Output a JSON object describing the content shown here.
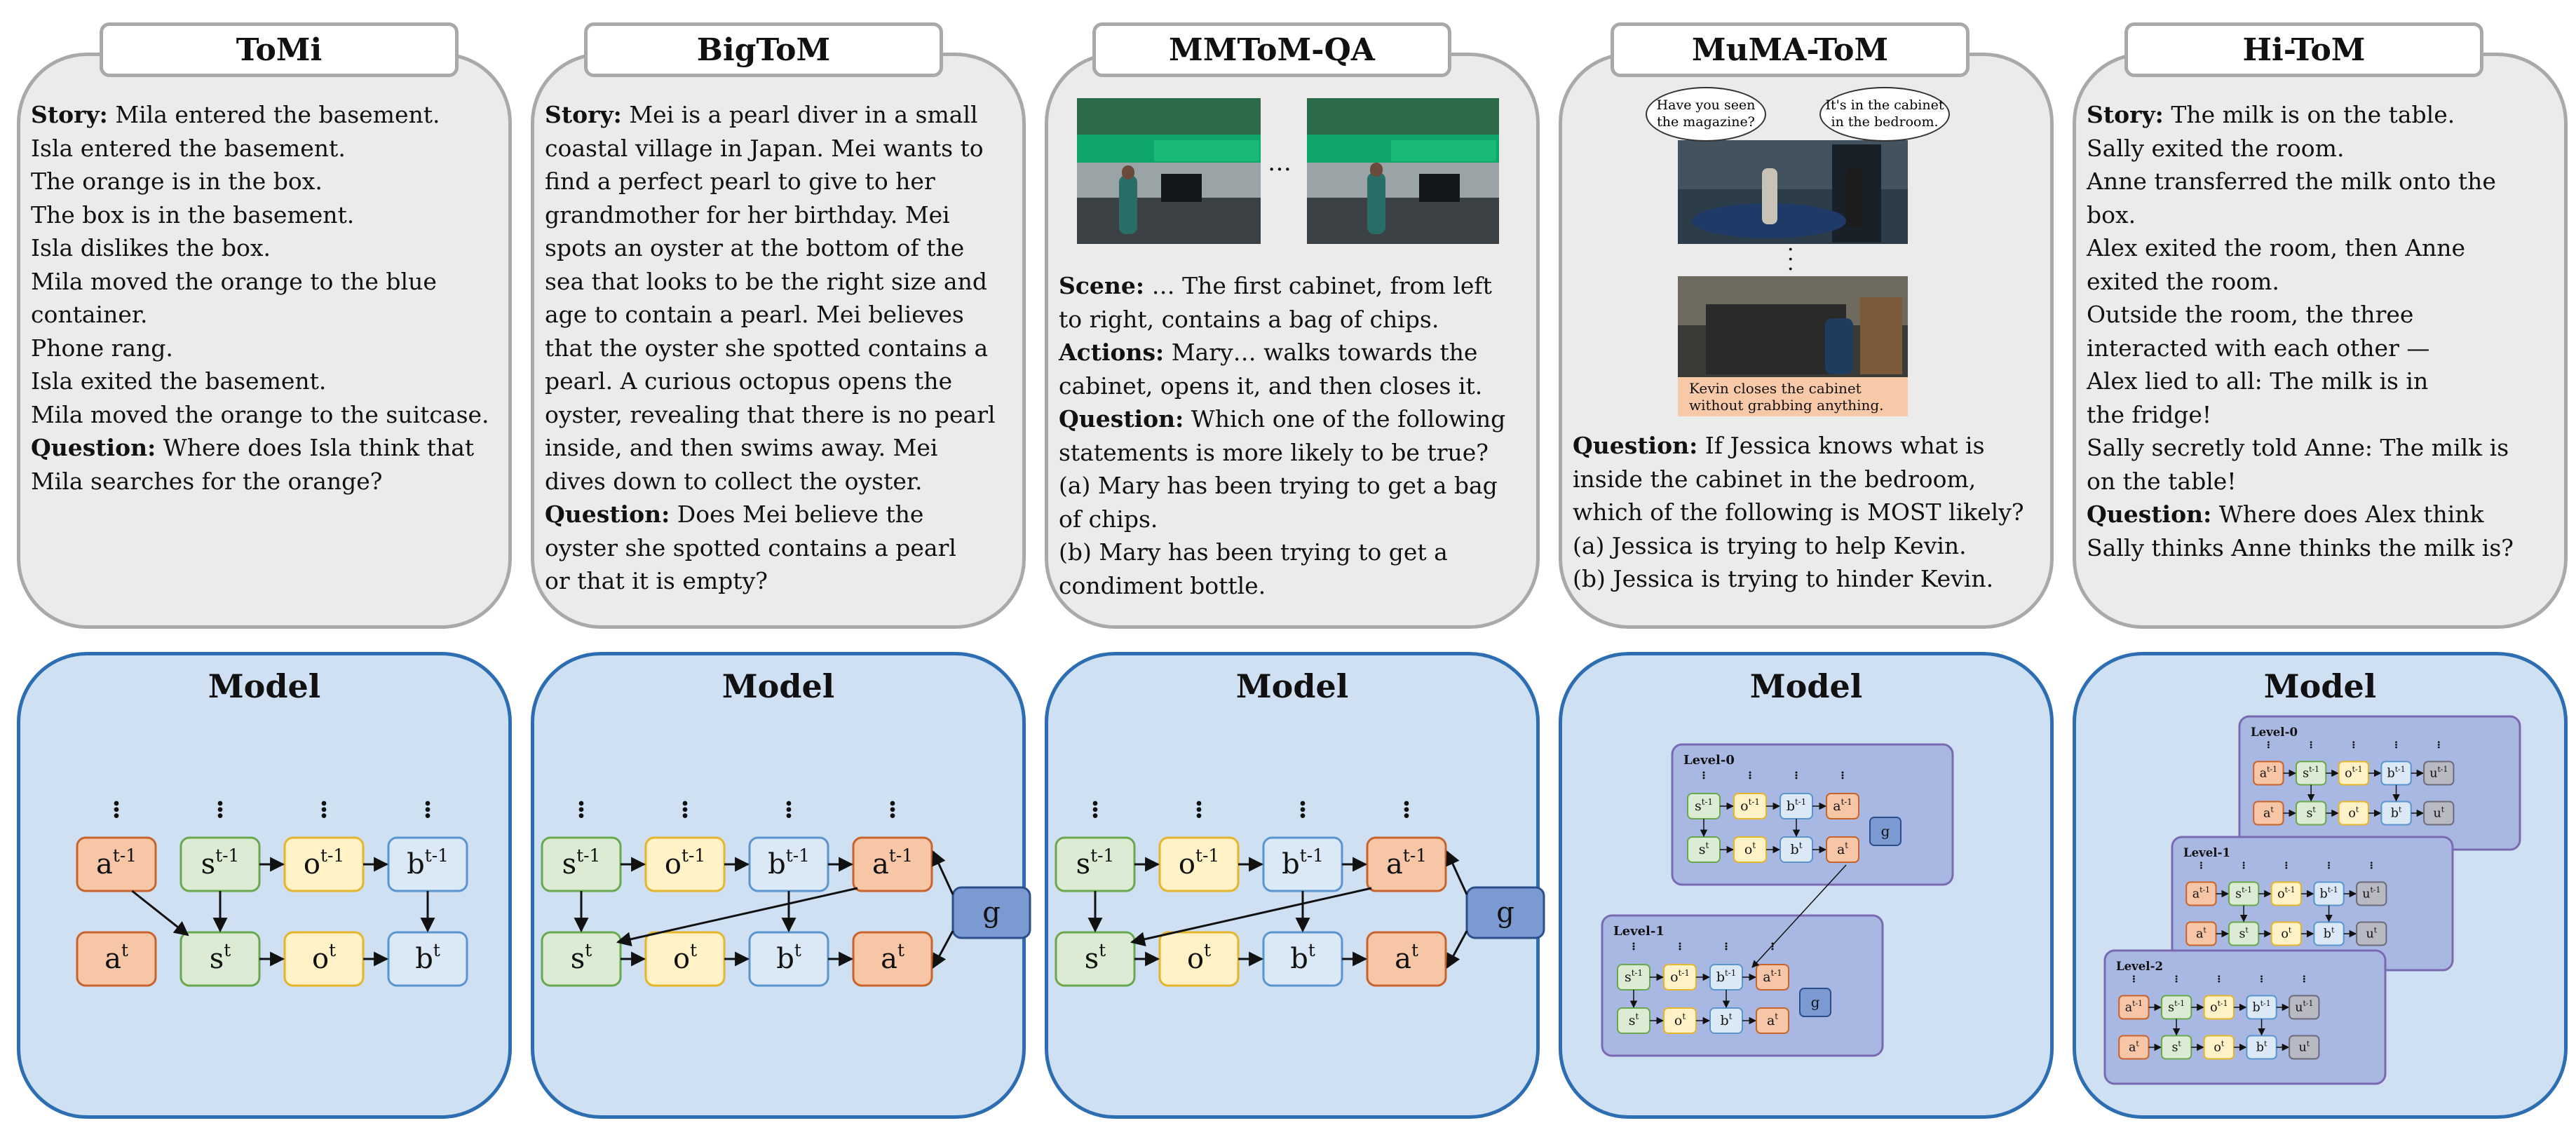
{
  "columns": [
    {
      "title": "ToMi",
      "story_lines": [
        {
          "label": "Story:",
          "text": " Mila entered the basement."
        },
        {
          "label": "",
          "text": "Isla entered the basement."
        },
        {
          "label": "",
          "text": "The orange is in the box."
        },
        {
          "label": "",
          "text": "The box is in the basement."
        },
        {
          "label": "",
          "text": "Isla dislikes the box."
        },
        {
          "label": "",
          "text": "Mila moved the orange to the blue"
        },
        {
          "label": "",
          "text": "container."
        },
        {
          "label": "",
          "text": "Phone rang."
        },
        {
          "label": "",
          "text": "Isla exited the basement."
        },
        {
          "label": "",
          "text": "Mila moved the orange to the suitcase."
        },
        {
          "label": "Question:",
          "text": " Where does Isla think that"
        },
        {
          "label": "",
          "text": "Mila searches for the orange?"
        }
      ],
      "model_title": "Model"
    },
    {
      "title": "BigToM",
      "story_lines": [
        {
          "label": "Story:",
          "text": " Mei is a pearl diver in a small"
        },
        {
          "label": "",
          "text": "coastal village in Japan. Mei wants to"
        },
        {
          "label": "",
          "text": "find a perfect pearl to give to her"
        },
        {
          "label": "",
          "text": "grandmother for her birthday. Mei"
        },
        {
          "label": "",
          "text": "spots an oyster at the bottom of the"
        },
        {
          "label": "",
          "text": "sea that looks to be the right size and"
        },
        {
          "label": "",
          "text": "age to contain a pearl. Mei believes"
        },
        {
          "label": "",
          "text": "that the oyster she spotted contains a"
        },
        {
          "label": "",
          "text": "pearl. A curious octopus opens the"
        },
        {
          "label": "",
          "text": "oyster, revealing that there is no pearl"
        },
        {
          "label": "",
          "text": "inside, and then swims away. Mei"
        },
        {
          "label": "",
          "text": "dives down to collect the oyster."
        },
        {
          "label": "Question:",
          "text": " Does Mei believe the"
        },
        {
          "label": "",
          "text": "oyster she spotted contains a pearl"
        },
        {
          "label": "",
          "text": "or that it is empty?"
        }
      ],
      "model_title": "Model"
    },
    {
      "title": "MMToM-QA",
      "ellipsis": "…",
      "story_lines": [
        {
          "label": "Scene:",
          "text": " … The first cabinet, from left"
        },
        {
          "label": "",
          "text": "to right, contains a bag of chips."
        },
        {
          "label": "Actions:",
          "text": " Mary… walks towards the"
        },
        {
          "label": "",
          "text": "cabinet, opens it, and then closes it."
        },
        {
          "label": "Question:",
          "text": " Which one of the following"
        },
        {
          "label": "",
          "text": "statements is more likely to be true?"
        },
        {
          "label": "",
          "text": "(a) Mary has been trying to get a bag"
        },
        {
          "label": "",
          "text": "of chips."
        },
        {
          "label": "",
          "text": "(b) Mary has been trying to get a"
        },
        {
          "label": "",
          "text": "condiment bottle."
        }
      ],
      "model_title": "Model"
    },
    {
      "title": "MuMA-ToM",
      "bubble_left": [
        "Have you seen",
        "the magazine?"
      ],
      "bubble_right": [
        "It's in the cabinet",
        "in the bedroom."
      ],
      "caption": [
        "Kevin closes the cabinet",
        "without grabbing anything."
      ],
      "story_lines": [
        {
          "label": "Question:",
          "text": " If Jessica knows what is"
        },
        {
          "label": "",
          "text": "inside the cabinet in the bedroom,"
        },
        {
          "label": "",
          "text": "which of the following is MOST likely?"
        },
        {
          "label": "",
          "text": "(a) Jessica is trying to help Kevin."
        },
        {
          "label": "",
          "text": "(b) Jessica is trying to hinder Kevin."
        }
      ],
      "model_title": "Model",
      "levels": [
        "Level-0",
        "Level-1"
      ]
    },
    {
      "title": "Hi-ToM",
      "story_lines": [
        {
          "label": "Story:",
          "text": " The milk is on the table."
        },
        {
          "label": "",
          "text": "Sally exited the room."
        },
        {
          "label": "",
          "text": "Anne transferred the milk onto the"
        },
        {
          "label": "",
          "text": "box."
        },
        {
          "label": "",
          "text": "Alex exited the room, then Anne"
        },
        {
          "label": "",
          "text": "exited the room."
        },
        {
          "label": "",
          "text": "Outside the room, the three"
        },
        {
          "label": "",
          "text": "interacted with each other —"
        },
        {
          "label": "",
          "text": "Alex lied to all: The milk is in"
        },
        {
          "label": "",
          "text": "the fridge!"
        },
        {
          "label": "",
          "text": "Sally secretly told Anne: The milk is"
        },
        {
          "label": "",
          "text": "on the table!"
        },
        {
          "label": "Question:",
          "text": " Where does Alex think"
        },
        {
          "label": "",
          "text": "Sally thinks Anne thinks the milk is?"
        }
      ],
      "model_title": "Model",
      "levels": [
        "Level-0",
        "Level-1",
        "Level-2"
      ]
    }
  ],
  "node_labels": {
    "a_prev": "a",
    "s_prev": "s",
    "o_prev": "o",
    "b_prev": "b",
    "u_prev": "u",
    "sup_prev": "t-1",
    "sup_cur": "t",
    "g": "g"
  },
  "colors": {
    "a": {
      "fill": "#f7c6a7",
      "stroke": "#c8642b"
    },
    "s": {
      "fill": "#dcebd3",
      "stroke": "#6aa84f"
    },
    "o": {
      "fill": "#fff2c6",
      "stroke": "#e5b52c"
    },
    "b": {
      "fill": "#dbe8f6",
      "stroke": "#5b95d0"
    },
    "u": {
      "fill": "#b9b9c4",
      "stroke": "#6b6b7a"
    },
    "g": {
      "fill": "#7b9ad2",
      "stroke": "#2c4f8c"
    },
    "level_fill": "#a9b8e2",
    "level_stroke": "#7a6ab2"
  }
}
